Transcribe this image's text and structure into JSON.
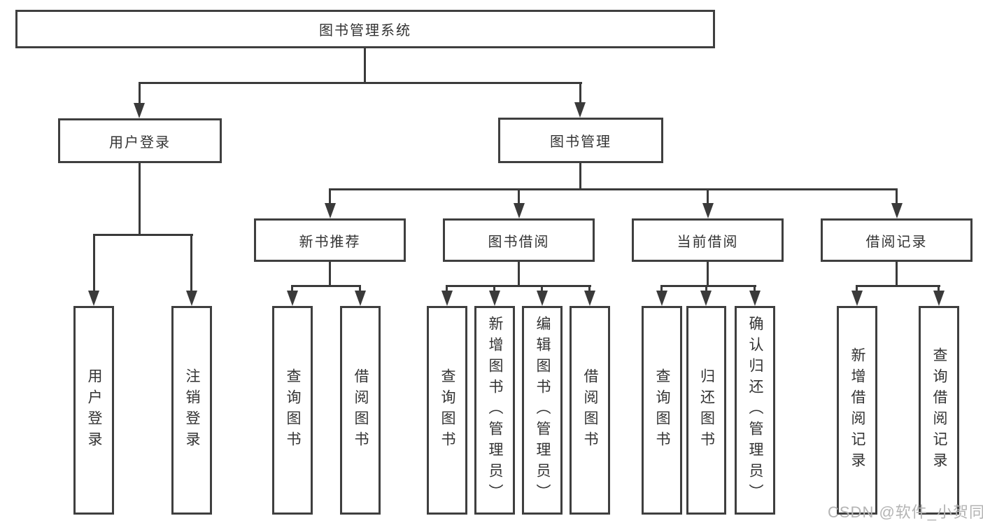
{
  "diagram": {
    "title": "图书管理系统",
    "nodes": {
      "root": "图书管理系统",
      "user_login": "用户登录",
      "book_mgmt": "图书管理",
      "ul_login": "用户登录",
      "ul_logout": "注销登录",
      "new_books": "新书推荐",
      "book_borrow": "图书借阅",
      "current_borrow": "当前借阅",
      "borrow_records": "借阅记录",
      "nb_query": "查询图书",
      "nb_borrow": "借阅图书",
      "bb_query": "查询图书",
      "bb_add": "新增图书（管理员）",
      "bb_edit": "编辑图书（管理员）",
      "bb_borrow": "借阅图书",
      "cb_query": "查询图书",
      "cb_return": "归还图书",
      "cb_confirm": "确认归还（管理员）",
      "br_add": "新增借阅记录",
      "br_query": "查询借阅记录"
    },
    "structure": {
      "root": "图书管理系统",
      "children": [
        {
          "label": "用户登录",
          "children": [
            "用户登录",
            "注销登录"
          ]
        },
        {
          "label": "图书管理",
          "children": [
            {
              "label": "新书推荐",
              "children": [
                "查询图书",
                "借阅图书"
              ]
            },
            {
              "label": "图书借阅",
              "children": [
                "查询图书",
                "新增图书（管理员）",
                "编辑图书（管理员）",
                "借阅图书"
              ]
            },
            {
              "label": "当前借阅",
              "children": [
                "查询图书",
                "归还图书",
                "确认归还（管理员）"
              ]
            },
            {
              "label": "借阅记录",
              "children": [
                "新增借阅记录",
                "查询借阅记录"
              ]
            }
          ]
        }
      ]
    }
  },
  "watermark": "CSDN @软件_小贺同学",
  "colors": {
    "line": "#3a3a3a",
    "border": "#3f3f3f",
    "text": "#333333",
    "watermark": "#b4b4b4",
    "background": "#ffffff"
  }
}
